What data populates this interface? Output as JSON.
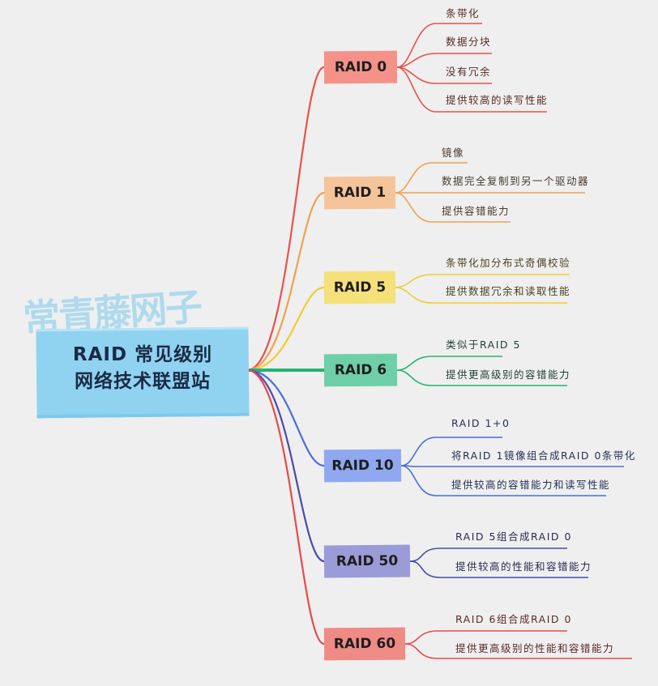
{
  "watermark": "常青藤网子",
  "root": {
    "line1": "RAID 常见级别",
    "line2": "网络技术联盟站",
    "color": "#8fd3f0"
  },
  "branches": [
    {
      "label": "RAID 0",
      "fill": "#f4928a",
      "line": "#e8524a",
      "text": "#5a2a26",
      "leaves": [
        "条带化",
        "数据分块",
        "没有冗余",
        "提供较高的读写性能"
      ]
    },
    {
      "label": "RAID 1",
      "fill": "#f5c49a",
      "line": "#f0a050",
      "text": "#4a3a2a",
      "leaves": [
        "镜像",
        "数据完全复制到另一个驱动器",
        "提供容错能力"
      ]
    },
    {
      "label": "RAID 5",
      "fill": "#f5e07a",
      "line": "#f2cc30",
      "text": "#4a4220",
      "leaves": [
        "条带化加分布式奇偶校验",
        "提供数据冗余和读取性能"
      ]
    },
    {
      "label": "RAID 6",
      "fill": "#6fcfa8",
      "line": "#22b573",
      "text": "#1f3f33",
      "leaves": [
        "类似于RAID 5",
        "提供更高级别的容错能力"
      ]
    },
    {
      "label": "RAID 10",
      "fill": "#8fa8ef",
      "line": "#4a6de0",
      "text": "#25305a",
      "leaves": [
        "RAID 1+0",
        "将RAID 1镜像组合成RAID 0条带化",
        "提供较高的容错能力和读写性能"
      ]
    },
    {
      "label": "RAID 50",
      "fill": "#9b9bd8",
      "line": "#4a4ab0",
      "text": "#2a2a55",
      "leaves": [
        "RAID 5组合成RAID 0",
        "提供较高的性能和容错能力"
      ]
    },
    {
      "label": "RAID 60",
      "fill": "#f08a85",
      "line": "#e84a4a",
      "text": "#5a2a26",
      "leaves": [
        "RAID 6组合成RAID 0",
        "提供更高级别的性能和容错能力"
      ]
    }
  ]
}
